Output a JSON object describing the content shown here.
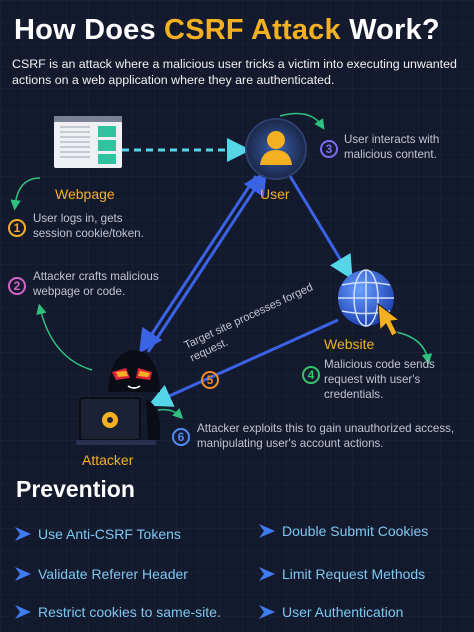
{
  "title": {
    "prefix": "How Does ",
    "accent": "CSRF Attack",
    "suffix": " Work?"
  },
  "intro": "CSRF is an attack where a malicious user tricks a victim into executing unwanted actions on a web application where they are authenticated.",
  "nodes": {
    "webpage": "Webpage",
    "user": "User",
    "website": "Website",
    "attacker": "Attacker"
  },
  "steps": [
    {
      "number": "1",
      "text": "User logs in, gets session cookie/token.",
      "color": "#f3b122"
    },
    {
      "number": "2",
      "text": "Attacker crafts malicious webpage or code.",
      "color": "#d565c9"
    },
    {
      "number": "3",
      "text": "User interacts with malicious content.",
      "color": "#7b6cf2"
    },
    {
      "number": "4",
      "text": "Malicious code sends request with user's credentials.",
      "color": "#36c46b"
    },
    {
      "number": "5",
      "text": "",
      "color": "#f08a2a"
    },
    {
      "number": "6",
      "text": "Attacker exploits this to gain unauthorized access, manipulating user's account actions.",
      "color": "#4f8df5"
    }
  ],
  "edge_label": "Target site processes forged request.",
  "prevention": {
    "title": "Prevention",
    "items": [
      "Use Anti-CSRF Tokens",
      "Double Submit Cookies",
      "Validate Referer Header",
      "Limit Request Methods",
      "Restrict cookies to same-site.",
      "User Authentication"
    ]
  },
  "colors": {
    "accent": "#f3b122",
    "arrow": "#3a63e6",
    "guide": "#2ec27e",
    "bullet": "#3f7cf2"
  }
}
